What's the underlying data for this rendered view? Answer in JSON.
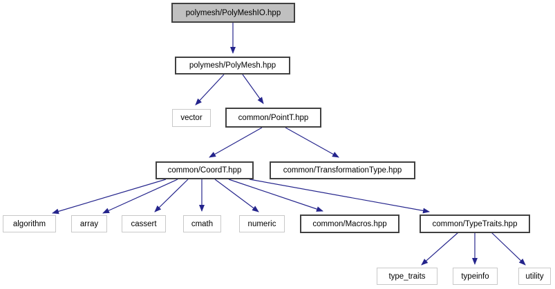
{
  "diagram": {
    "type": "include-dependency-graph",
    "colors": {
      "edge": "#24248c",
      "root_fill": "#c0c0c0",
      "node_fill": "#ffffff",
      "project_border": "#404040",
      "system_border": "#c8c8c8",
      "text": "#000000",
      "background": "#ffffff"
    },
    "nodes": [
      {
        "id": "polymesh-polymeshio-hpp",
        "label": "polymesh/PolyMeshIO.hpp",
        "type": "root"
      },
      {
        "id": "polymesh-polymesh-hpp",
        "label": "polymesh/PolyMesh.hpp",
        "type": "project"
      },
      {
        "id": "vector",
        "label": "vector",
        "type": "system"
      },
      {
        "id": "common-pointt-hpp",
        "label": "common/PointT.hpp",
        "type": "project"
      },
      {
        "id": "common-coordt-hpp",
        "label": "common/CoordT.hpp",
        "type": "project"
      },
      {
        "id": "common-transformationtype-hpp",
        "label": "common/TransformationType.hpp",
        "type": "project"
      },
      {
        "id": "algorithm",
        "label": "algorithm",
        "type": "system"
      },
      {
        "id": "array",
        "label": "array",
        "type": "system"
      },
      {
        "id": "cassert",
        "label": "cassert",
        "type": "system"
      },
      {
        "id": "cmath",
        "label": "cmath",
        "type": "system"
      },
      {
        "id": "numeric",
        "label": "numeric",
        "type": "system"
      },
      {
        "id": "common-macros-hpp",
        "label": "common/Macros.hpp",
        "type": "project"
      },
      {
        "id": "common-typetraits-hpp",
        "label": "common/TypeTraits.hpp",
        "type": "project"
      },
      {
        "id": "type-traits",
        "label": "type_traits",
        "type": "system"
      },
      {
        "id": "typeinfo",
        "label": "typeinfo",
        "type": "system"
      },
      {
        "id": "utility",
        "label": "utility",
        "type": "system"
      }
    ],
    "edges": [
      {
        "from": "polymesh-polymeshio-hpp",
        "to": "polymesh-polymesh-hpp"
      },
      {
        "from": "polymesh-polymesh-hpp",
        "to": "vector"
      },
      {
        "from": "polymesh-polymesh-hpp",
        "to": "common-pointt-hpp"
      },
      {
        "from": "common-pointt-hpp",
        "to": "common-coordt-hpp"
      },
      {
        "from": "common-pointt-hpp",
        "to": "common-transformationtype-hpp"
      },
      {
        "from": "common-coordt-hpp",
        "to": "algorithm"
      },
      {
        "from": "common-coordt-hpp",
        "to": "array"
      },
      {
        "from": "common-coordt-hpp",
        "to": "cassert"
      },
      {
        "from": "common-coordt-hpp",
        "to": "cmath"
      },
      {
        "from": "common-coordt-hpp",
        "to": "numeric"
      },
      {
        "from": "common-coordt-hpp",
        "to": "common-macros-hpp"
      },
      {
        "from": "common-coordt-hpp",
        "to": "common-typetraits-hpp"
      },
      {
        "from": "common-typetraits-hpp",
        "to": "type-traits"
      },
      {
        "from": "common-typetraits-hpp",
        "to": "typeinfo"
      },
      {
        "from": "common-typetraits-hpp",
        "to": "utility"
      }
    ]
  }
}
